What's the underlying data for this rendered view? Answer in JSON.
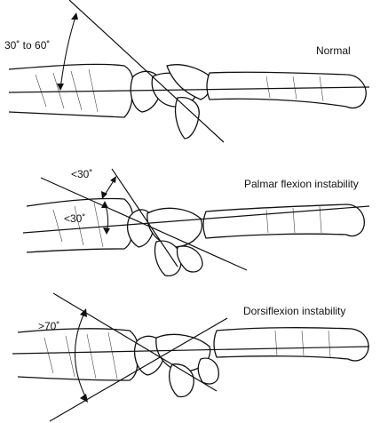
{
  "panels": [
    {
      "title": "Normal",
      "angle_label": "30˚ to 60˚"
    },
    {
      "title": "Palmar flexion instability",
      "angle_label_upper": "<30˚",
      "angle_label_lower": "<30˚"
    },
    {
      "title": "Dorsiflexion instability",
      "angle_label": ">70˚"
    }
  ]
}
